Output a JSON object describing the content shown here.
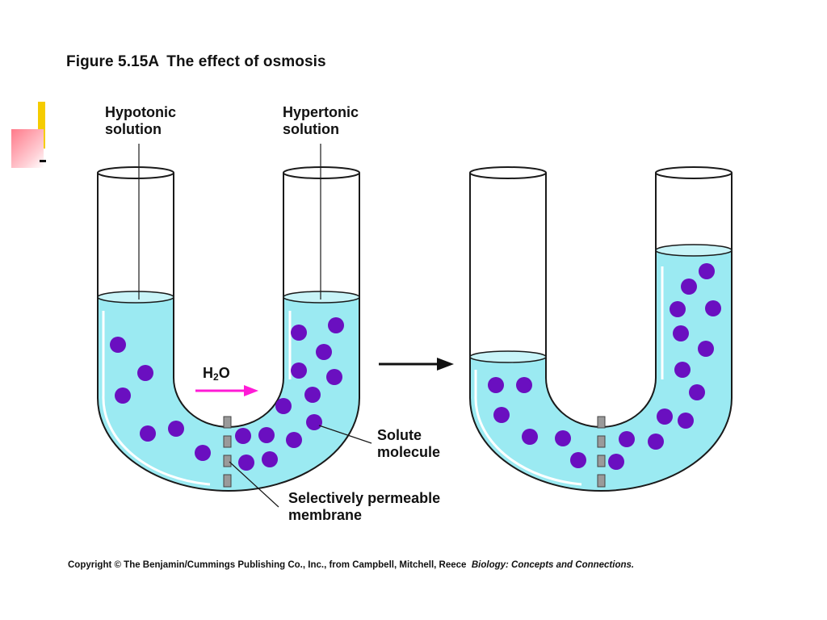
{
  "figure": {
    "title_prefix": "Figure 5.15A",
    "title_text": "The effect of osmosis"
  },
  "labels": {
    "hypotonic_line1": "Hypotonic",
    "hypotonic_line2": "solution",
    "hypertonic_line1": "Hypertonic",
    "hypertonic_line2": "solution",
    "solute_line1": "Solute",
    "solute_line2": "molecule",
    "membrane_line1": "Selectively permeable",
    "membrane_line2": "membrane",
    "water_main": "H",
    "water_sub": "2",
    "water_end": "O"
  },
  "copyright": {
    "text": "Copyright © The Benjamin/Cummings Publishing Co., Inc., from Campbell, Mitchell, Reece",
    "book": "Biology: Concepts and Connections."
  },
  "colors": {
    "solution": "#9beaf2",
    "solute": "#6a0fc0",
    "arrow": "#ff1bd6",
    "membrane": "#9a9a9a"
  }
}
